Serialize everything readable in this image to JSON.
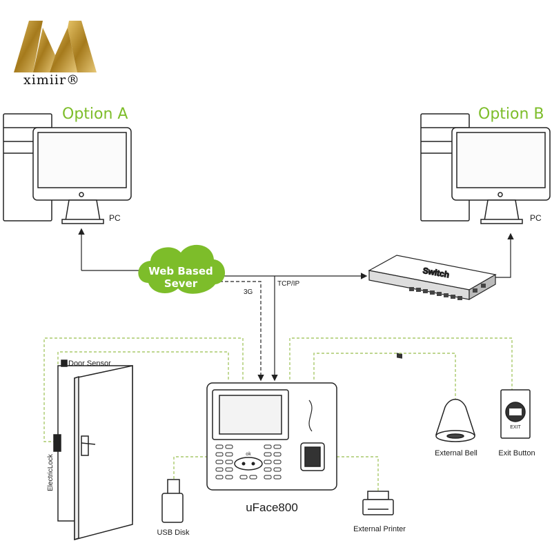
{
  "brand": {
    "name": "ximiir®"
  },
  "options": {
    "a": "Option A",
    "b": "Option B"
  },
  "pc": {
    "left_label": "PC",
    "right_label": "PC"
  },
  "cloud": {
    "line1": "Web Based",
    "line2": "Sever"
  },
  "switch": {
    "label": "Switch"
  },
  "links": {
    "tcpip": "TCP/IP",
    "threeg": "3G"
  },
  "door": {
    "sensor": "Door Sensor",
    "lock": "ElectricLock"
  },
  "device": {
    "name": "uFace800",
    "badge": "ok"
  },
  "peripherals": {
    "bell": "External Bell",
    "exit": "Exit Button",
    "exit_badge": "EXIT",
    "usb": "USB Disk",
    "printer": "External Printer"
  },
  "colors": {
    "accent_green": "#7dbd2a",
    "dashed_line": "#a9c96a",
    "brand_gold": "#b8922a"
  }
}
